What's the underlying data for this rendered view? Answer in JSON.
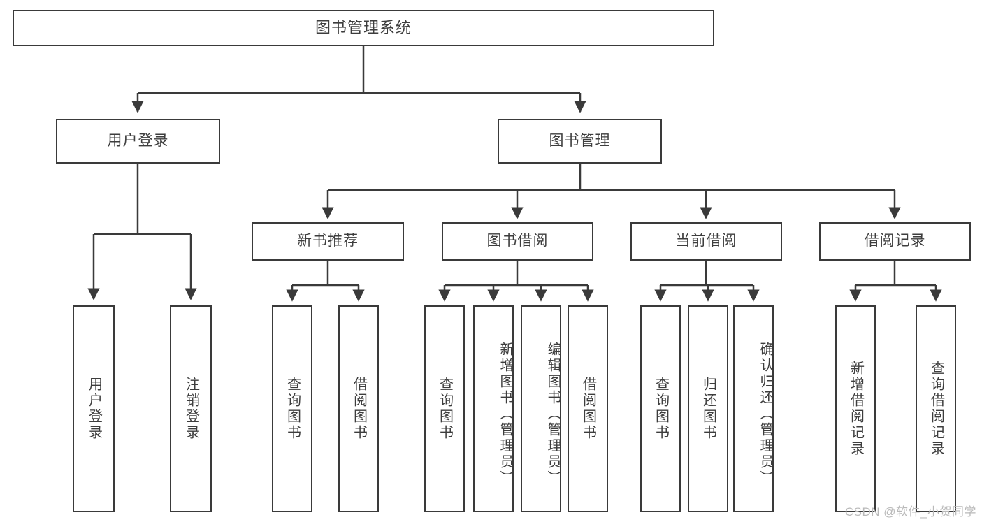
{
  "diagram": {
    "title": "图书管理系统",
    "type": "tree",
    "colors": {
      "stroke": "#3a3a3a",
      "text": "#3d3d3d",
      "background": "#ffffff",
      "watermark": "#b9b9b9"
    },
    "root": {
      "label": "图书管理系统"
    },
    "level1": [
      {
        "label": "用户登录"
      },
      {
        "label": "图书管理"
      }
    ],
    "level2": [
      {
        "label": "新书推荐"
      },
      {
        "label": "图书借阅"
      },
      {
        "label": "当前借阅"
      },
      {
        "label": "借阅记录"
      }
    ],
    "leaves": {
      "user_login": [
        {
          "label": "用户登录"
        },
        {
          "label": "注销登录"
        }
      ],
      "new_book_recommend": [
        {
          "label": "查询图书"
        },
        {
          "label": "借阅图书"
        }
      ],
      "book_borrow": [
        {
          "label": "查询图书"
        },
        {
          "label": "新增图书（管理员）"
        },
        {
          "label": "编辑图书（管理员）"
        },
        {
          "label": "借阅图书"
        }
      ],
      "current_borrow": [
        {
          "label": "查询图书"
        },
        {
          "label": "归还图书"
        },
        {
          "label": "确认归还（管理员）"
        }
      ],
      "borrow_record": [
        {
          "label": "新增借阅记录"
        },
        {
          "label": "查询借阅记录"
        }
      ]
    }
  },
  "watermark": {
    "text": "CSDN @软件_小贺同学"
  }
}
